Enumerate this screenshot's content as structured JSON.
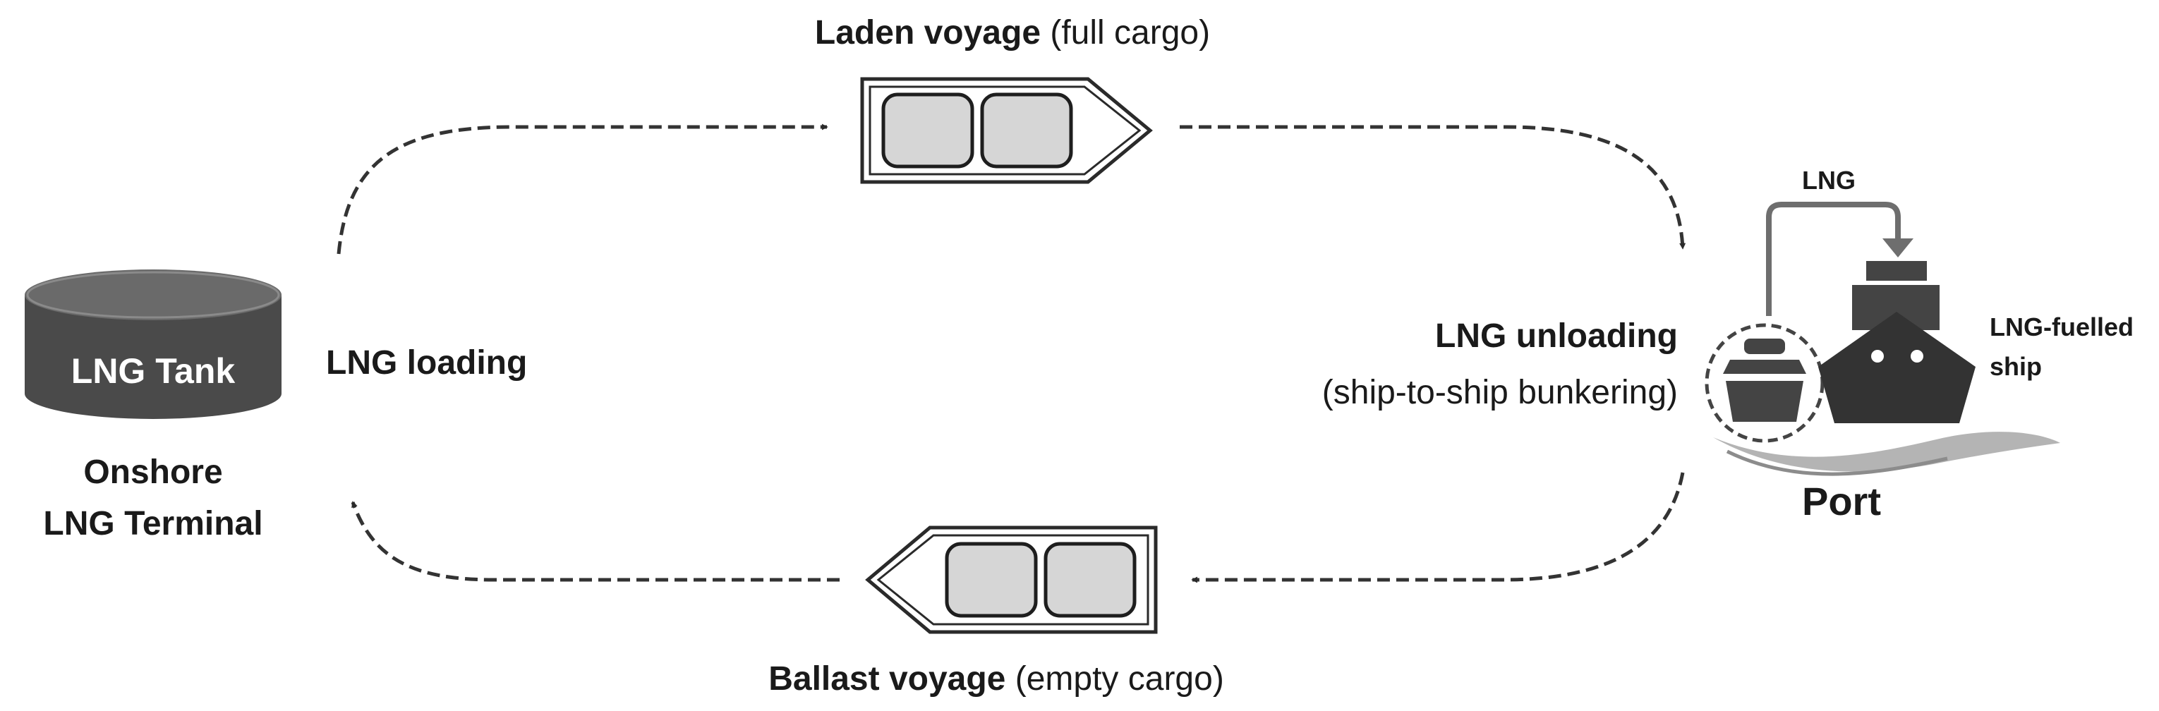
{
  "labels": {
    "laden_bold": "Laden voyage",
    "laden_rest": " (full cargo)",
    "ballast_bold": "Ballast voyage",
    "ballast_rest": " (empty cargo)",
    "lng_loading": "LNG loading",
    "lng_unloading": "LNG unloading",
    "unloading_sub": "(ship-to-ship  bunkering)",
    "tank": "LNG Tank",
    "terminal_line1": "Onshore",
    "terminal_line2": "LNG Terminal",
    "lng_pipe": "LNG",
    "fuelled_line1": "LNG-fuelled",
    "fuelled_line2": "ship",
    "port": "Port"
  },
  "colors": {
    "dark": "#444444",
    "darker": "#333333",
    "cargo_fill": "#d6d6d6",
    "arrow": "#2a2a2a"
  }
}
